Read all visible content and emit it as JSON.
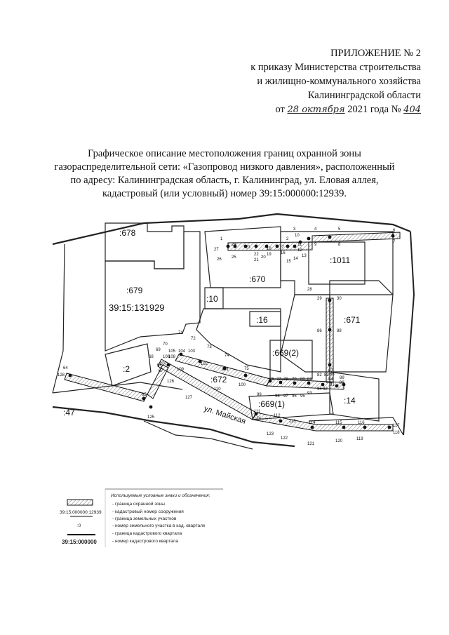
{
  "appendix": {
    "line1": "ПРИЛОЖЕНИЕ № 2",
    "line2": "к приказу Министерства строительства",
    "line3": "и жилищно-коммунального хозяйства",
    "line4": "Калининградской области",
    "date_prefix": "от",
    "date_handwritten": "28 октября",
    "year_text": "2021 года №",
    "number_handwritten": "404"
  },
  "title": {
    "line1": "Графическое описание местоположения границ охранной зоны",
    "line2": "газораспределительной сети: «Газопровод низкого давления», расположенный",
    "line3": "по адресу: Калининградская область, г. Калининград, ул. Еловая аллея,",
    "line4": "кадастровый (или условный) номер 39:15:000000:12939."
  },
  "map": {
    "parcels": [
      ":678",
      ":679",
      "39:15:131929",
      ":10",
      ":16",
      ":670",
      ":1011",
      ":671",
      ":669(2)",
      ":669(1)",
      ":672",
      ":14",
      ":2",
      ":47"
    ],
    "street": "ул. Майская",
    "points": [
      "1",
      "2",
      "3",
      "4",
      "5",
      "6",
      "7",
      "8",
      "9",
      "10",
      "11",
      "12",
      "13",
      "14",
      "15",
      "16",
      "17",
      "18",
      "19",
      "20",
      "21",
      "22",
      "23",
      "24",
      "25",
      "26",
      "27",
      "28",
      "29",
      "30",
      "64",
      "65",
      "66",
      "67",
      "68",
      "69",
      "70",
      "71",
      "72",
      "73",
      "74",
      "75",
      "76",
      "77",
      "78",
      "79",
      "80",
      "81",
      "82",
      "83",
      "84",
      "85",
      "86",
      "87",
      "88",
      "89",
      "90",
      "91",
      "92",
      "93",
      "94",
      "95",
      "96",
      "97",
      "98",
      "99",
      "100",
      "101",
      "102",
      "103",
      "104",
      "105",
      "106",
      "107",
      "108",
      "109",
      "110",
      "111",
      "112",
      "113",
      "114",
      "115",
      "116",
      "117",
      "118",
      "119",
      "120",
      "121",
      "122",
      "123",
      "124",
      "125",
      "126",
      "127",
      "128",
      "129"
    ]
  },
  "legend": {
    "header": "Используемые условные знаки и обозначения:",
    "items": [
      {
        "symbol": "",
        "text": "- граница охранной зоны"
      },
      {
        "symbol": "39:15:000000:12939",
        "text": "- кадастровый номер сооружения"
      },
      {
        "symbol": "",
        "text": "- граница земельных участков"
      },
      {
        "symbol": ":0",
        "text": "- номер земельного участка в кад. квартале"
      },
      {
        "symbol": "",
        "text": "- граница кадастрового квартала"
      },
      {
        "symbol": "39:15:000000",
        "text": "- номер кадастрового квартала"
      }
    ]
  }
}
